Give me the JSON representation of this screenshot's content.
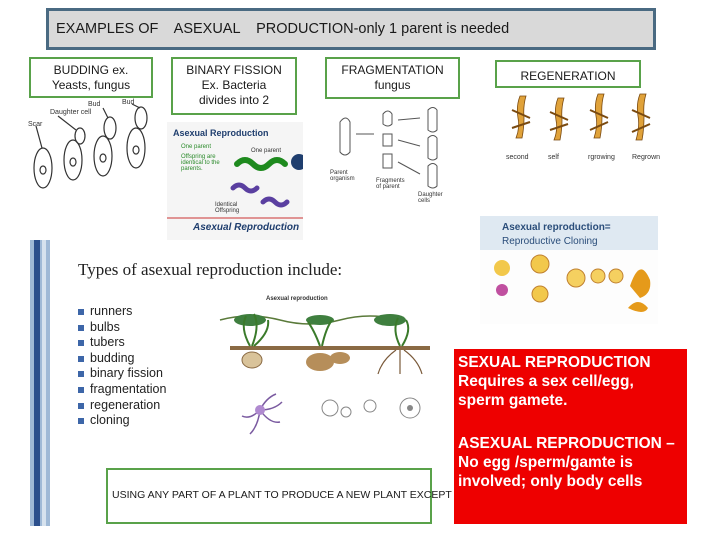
{
  "title": "EXAMPLES OF    ASEXUAL    PRODUCTION-only 1 parent is needed",
  "budding": {
    "line1": "BUDDING ex.",
    "line2": "Yeasts, fungus",
    "labels": [
      "Scar",
      "Daughter cell",
      "Bud",
      "Bud"
    ]
  },
  "binary_fission": {
    "line1": "BINARY FISSION",
    "line2": "Ex. Bacteria",
    "line3": "divides into 2",
    "img_title": "Asexual Reproduction",
    "bullets": [
      "One parent",
      "Offspring are identical to the parents."
    ],
    "parent_label": "One parent",
    "offspring_label": "Identical Offspring",
    "footer": "Asexual Reproduction"
  },
  "fragmentation": {
    "line1": "FRAGMENTATION",
    "line2": "fungus",
    "labels": [
      "Parent organism",
      "Fragments of parent",
      "Daughter cells"
    ]
  },
  "regeneration": {
    "label": "REGENERATION",
    "captions": [
      "second",
      "self",
      "rgrowing",
      "Regrown"
    ]
  },
  "cloning": {
    "title": "Asexual reproduction=",
    "subtitle": "Reproductive Cloning"
  },
  "types": {
    "title": "Types of asexual reproduction include:",
    "items": [
      "runners",
      "bulbs",
      "tubers",
      "budding",
      "binary fission",
      "fragmentation",
      "regeneration",
      "cloning"
    ],
    "diagram_title": "Asexual reproduction"
  },
  "caption": "USING ANY PART OF A PLANT TO PRODUCE A NEW PLANT EXCEPT THE SEED",
  "sexual": {
    "text": "SEXUAL REPRODUCTION Requires a sex cell/egg, sperm gamete."
  },
  "asexual": {
    "text": "ASEXUAL REPRODUCTION –No egg /sperm/gamte is involved; only body cells"
  }
}
